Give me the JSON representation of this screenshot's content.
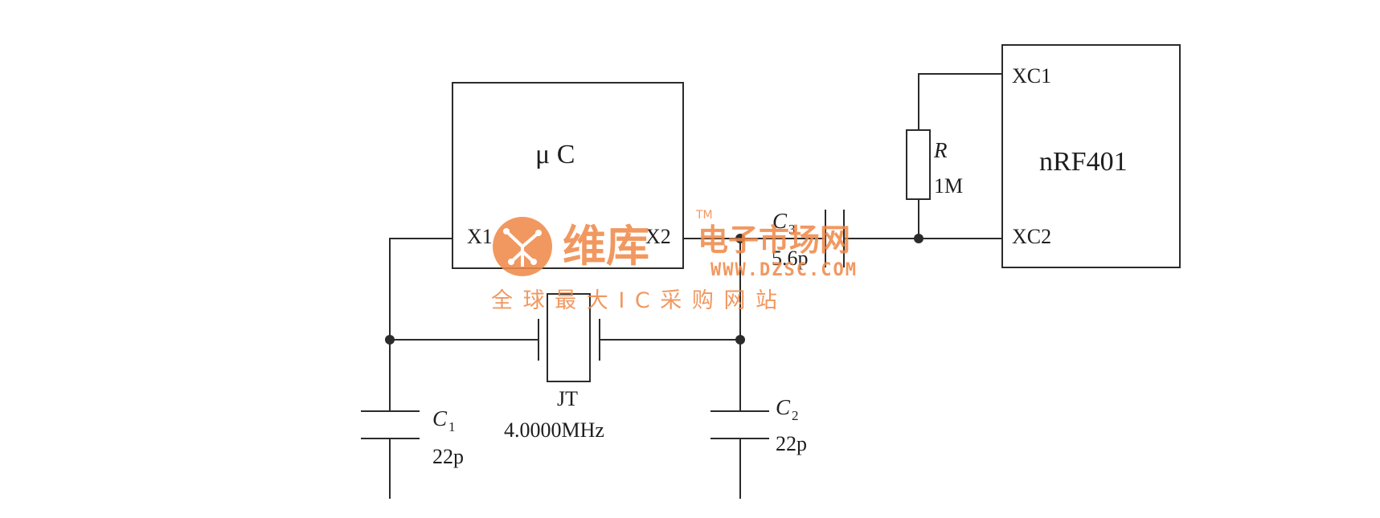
{
  "blocks": {
    "mcu": {
      "name": "μ C",
      "pin_x1": "X1",
      "pin_x2": "X2"
    },
    "rf": {
      "name": "nRF401",
      "pin_xc1": "XC1",
      "pin_xc2": "XC2"
    }
  },
  "components": {
    "resistor": {
      "symbol": "R",
      "value": "1M"
    },
    "c1": {
      "symbol": "C",
      "sub": "1",
      "value": "22p"
    },
    "c2": {
      "symbol": "C",
      "sub": "2",
      "value": "22p"
    },
    "c3": {
      "symbol": "C",
      "sub": "3",
      "value": "5.6p"
    },
    "crystal": {
      "name": "JT",
      "frequency": "4.0000MHz"
    }
  },
  "watermark": {
    "brand": "维库",
    "tm": "TM",
    "tagline": "电子市场网",
    "url": "WWW.DZSC.COM",
    "slogan": "全 球 最 大 I C 采 购 网 站",
    "color": "#f08a4b"
  },
  "colors": {
    "ink": "#2b2b2b",
    "background": "#ffffff",
    "watermark": "#f08a4b"
  }
}
